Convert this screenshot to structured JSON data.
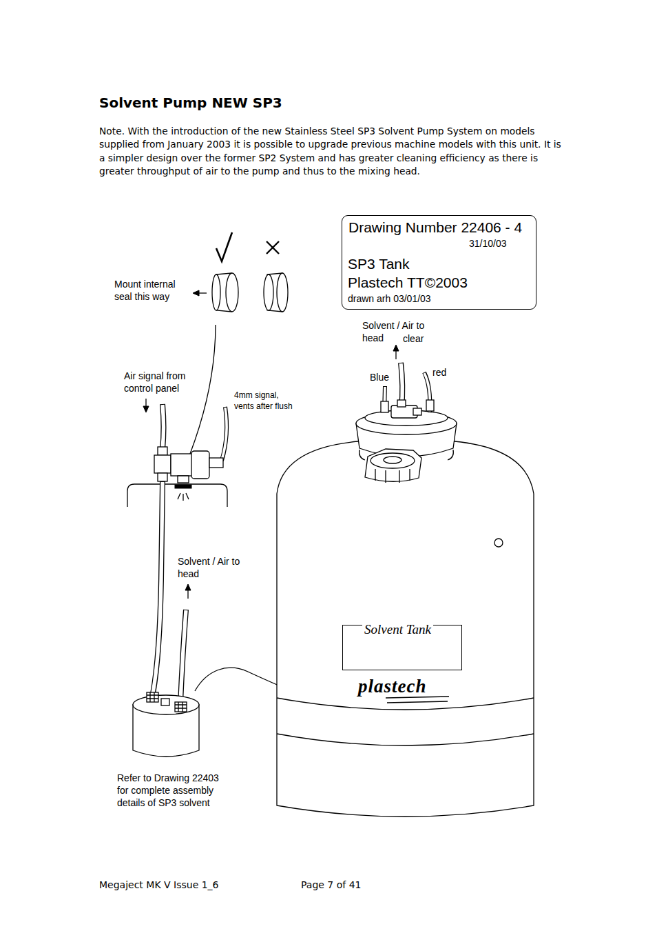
{
  "diagram": {
    "title": "Solvent Pump NEW SP3",
    "nodes": [
      {
        "text": [
          "Drawing Number 22406 - 4",
          "31/10/03",
          "SP3 Tank",
          "Plastech TT©2003",
          "drawn arh 03/01/03"
        ]
      },
      {
        "text": [
          "Solvent Tank"
        ]
      }
    ],
    "labels": [
      "Note. With the introduction of the new Stainless Steel SP3 Solvent Pump System on models supplied from January 2003 it is possible to upgrade previous machine models with this unit. It is a simpler design over the former SP2 System and has greater cleaning efficiency as there is greater throughput of air to the pump and thus to the mixing head.",
      "Mount internal seal this way",
      "Air signal from control panel",
      "4mm signal, vents after flush",
      "Solvent / Air to head",
      "clear",
      "Blue",
      "red",
      "Solvent / Air to head",
      "Refer to Drawing 22403 for complete assembly details of SP3 solvent",
      "plastech",
      "Megaject MK V Issue 1_6",
      "Page 7 of 41"
    ]
  }
}
